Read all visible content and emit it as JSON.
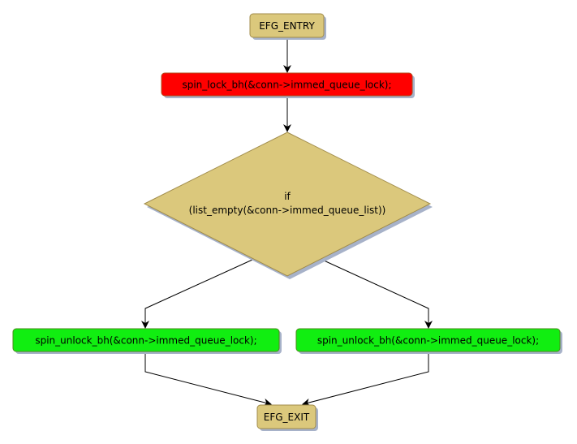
{
  "diagram": {
    "type": "flowchart",
    "colors": {
      "terminal_fill": "#dbc87c",
      "terminal_border": "#a08b4a",
      "lock_fill": "#ff0000",
      "lock_border": "#b04a1a",
      "unlock_fill": "#11ee11",
      "unlock_border": "#4a8a1a",
      "decision_fill": "#dbc87c",
      "decision_border": "#a08b4a",
      "shadow": "#a7b2c9",
      "edge": "#000000"
    },
    "nodes": {
      "entry": {
        "label": "EFG_ENTRY",
        "kind": "terminal"
      },
      "lock": {
        "label": "spin_lock_bh(&conn->immed_queue_lock);",
        "kind": "statement"
      },
      "decision": {
        "label_line1": "if",
        "label_line2": "(list_empty(&conn->immed_queue_list))",
        "kind": "decision"
      },
      "unlock_left": {
        "label": "spin_unlock_bh(&conn->immed_queue_lock);",
        "kind": "statement"
      },
      "unlock_right": {
        "label": "spin_unlock_bh(&conn->immed_queue_lock);",
        "kind": "statement"
      },
      "exit": {
        "label": "EFG_EXIT",
        "kind": "terminal"
      }
    },
    "edges": [
      {
        "from": "entry",
        "to": "lock"
      },
      {
        "from": "lock",
        "to": "decision"
      },
      {
        "from": "decision",
        "to": "unlock_left"
      },
      {
        "from": "decision",
        "to": "unlock_right"
      },
      {
        "from": "unlock_left",
        "to": "exit"
      },
      {
        "from": "unlock_right",
        "to": "exit"
      }
    ]
  }
}
